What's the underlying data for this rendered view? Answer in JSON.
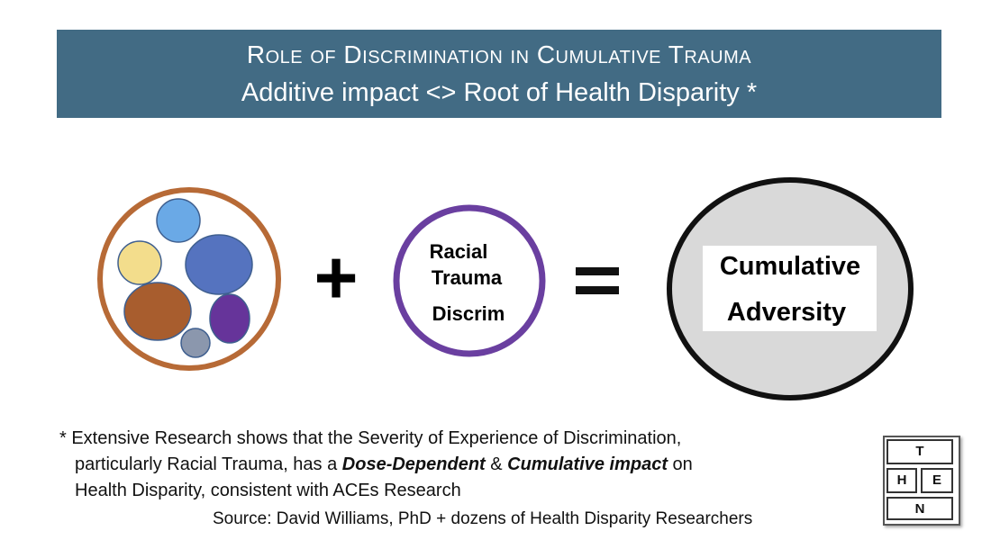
{
  "header": {
    "title": "Role of Discrimination  in  Cumulative Trauma",
    "subtitle": "Additive impact  <> Root of Health Disparity *"
  },
  "diagram": {
    "plus_symbol": "+",
    "equals_symbol": "=",
    "middle_circle": {
      "line1": "Racial",
      "line2": "Trauma",
      "line3": "Discrim",
      "stroke_color": "#6a3fa0"
    },
    "result_circle": {
      "line1": "Cumulative",
      "line2": "Adversity",
      "fill_color": "#d9d9d9"
    },
    "left_circle_stroke": "#b76a36",
    "bubble_colors": [
      "#6aa9e6",
      "#f3dd8c",
      "#5573bf",
      "#a85d2e",
      "#66349a",
      "#8b97ad"
    ]
  },
  "footnote": {
    "line1": "* Extensive Research shows that the Severity of Experience of Discrimination,",
    "line2_pre": "particularly Racial Trauma, has a ",
    "line2_em1": "Dose-Dependent",
    "line2_mid": " & ",
    "line2_em2": "Cumulative impact",
    "line2_post": " on",
    "line3": "Health Disparity, consistent with ACEs Research"
  },
  "source": "Source:  David Williams, PhD + dozens of Health Disparity Researchers",
  "logo": {
    "top": "T",
    "left": "H",
    "right": "E",
    "bottom": "N"
  }
}
